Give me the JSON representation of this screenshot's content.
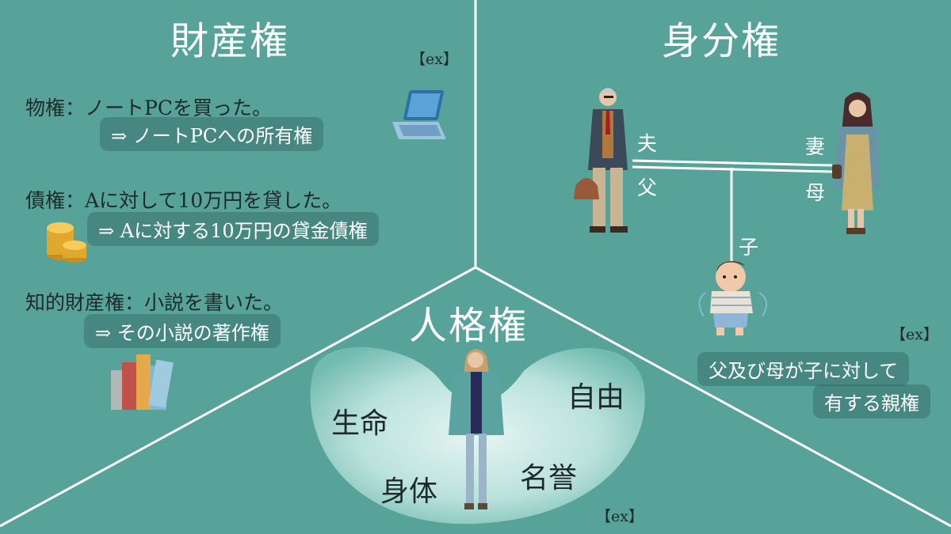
{
  "property": {
    "title": "財産権",
    "ex": "【ex】",
    "items": [
      {
        "line": "物権：ノートPCを買った。",
        "result": "⇒ ノートPCへの所有権",
        "icon": "laptop-icon"
      },
      {
        "line": "債権：Aに対して10万円を貸した。",
        "result": "⇒ Aに対する10万円の貸金債権",
        "icon": "coins-icon"
      },
      {
        "line": "知的財産権：小説を書いた。",
        "result": "⇒ その小説の著作権",
        "icon": "books-icon"
      }
    ]
  },
  "status": {
    "title": "身分権",
    "ex": "【ex】",
    "husband": "夫",
    "father": "父",
    "wife": "妻",
    "mother": "母",
    "child": "子",
    "example_line1": "父及び母が子に対して",
    "example_line2": "有する親権"
  },
  "personal": {
    "title": "人格権",
    "ex": "【ex】",
    "rights": [
      "生命",
      "自由",
      "身体",
      "名誉"
    ]
  },
  "colors": {
    "background": "#57a39a",
    "divider": "#ffffff",
    "pill": "#3f7f78",
    "blob": "#c9ece6"
  }
}
